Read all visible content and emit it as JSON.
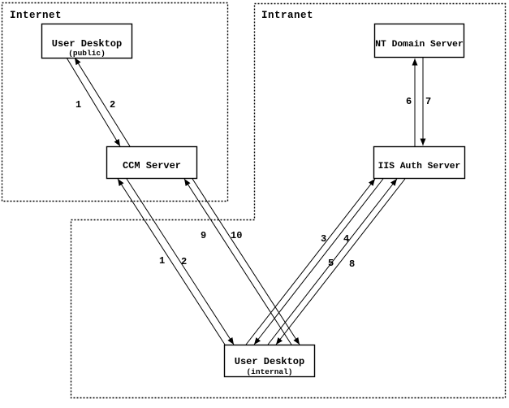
{
  "zones": {
    "internet": {
      "label": "Internet"
    },
    "intranet": {
      "label": "Intranet"
    }
  },
  "nodes": {
    "user_desktop_public": {
      "title": "User Desktop",
      "subtitle": "(public)"
    },
    "ccm_server": {
      "title": "CCM Server"
    },
    "nt_domain_server": {
      "title": "NT Domain Server"
    },
    "iis_auth_server": {
      "title": "IIS Auth Server"
    },
    "user_desktop_internal": {
      "title": "User Desktop",
      "subtitle": "(internal)"
    }
  },
  "arrow_labels": {
    "public_to_ccm_1": "1",
    "ccm_to_public_2": "2",
    "internal_to_ccm_1": "1",
    "ccm_to_internal_2": "2",
    "internal_to_ccm_9": "9",
    "ccm_to_internal_10": "10",
    "internal_to_iis_3": "3",
    "iis_to_internal_4": "4",
    "internal_to_iis_5": "5",
    "iis_to_internal_8": "8",
    "iis_to_nt_6": "6",
    "nt_to_iis_7": "7"
  },
  "colors": {
    "line": "#000000",
    "background": "#ffffff"
  }
}
